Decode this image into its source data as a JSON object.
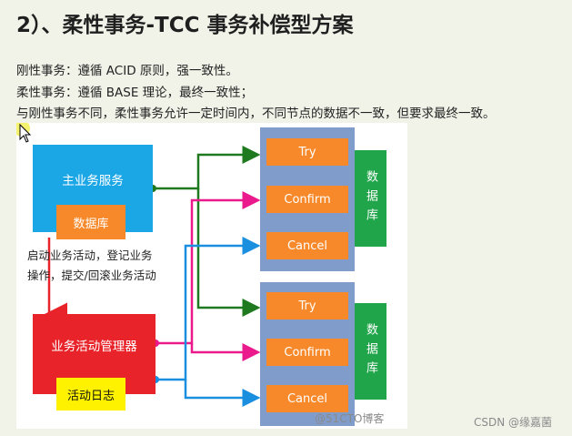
{
  "heading": "2）、柔性事务-TCC 事务补偿型方案",
  "lines": [
    "刚性事务：遵循 ACID 原则，强一致性。",
    "柔性事务：遵循 BASE 理论，最终一致性；",
    "与刚性事务不同，柔性事务允许一定时间内，不同节点的数据不一致，但要求最终一致。"
  ],
  "diagram": {
    "main_service": "主业务服务",
    "main_db": "数据库",
    "note_line1": "启动业务活动，登记业务",
    "note_line2": "操作，提交/回滚业务活动",
    "manager": "业务活动管理器",
    "log": "活动日志",
    "group1": {
      "try": "Try",
      "confirm": "Confirm",
      "cancel": "Cancel",
      "db": "数据库"
    },
    "group2": {
      "try": "Try",
      "confirm": "Confirm",
      "cancel": "Cancel",
      "db": "数据库"
    },
    "colors": {
      "green_arrow": "#1f7a1f",
      "pink_arrow": "#ea1a8c",
      "blue_arrow": "#1a8fe0",
      "red_arrow": "#e8242a"
    }
  },
  "watermarks": {
    "cto": "@51CTO博客",
    "csdn": "CSDN @缘嘉菌"
  }
}
